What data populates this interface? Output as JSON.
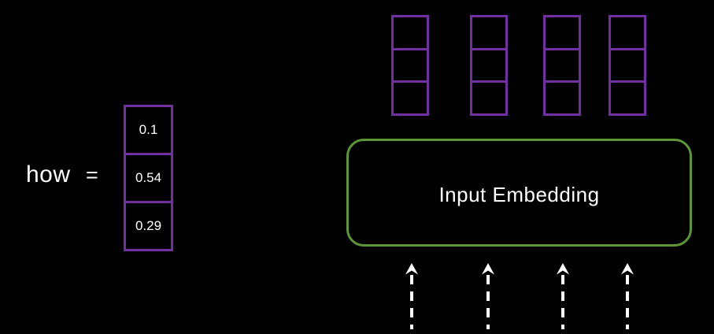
{
  "diagram": {
    "word_vector": {
      "word": "how",
      "equals": "=",
      "values": [
        "0.1",
        "0.54",
        "0.29"
      ]
    },
    "embedding_block": {
      "label": "Input Embedding"
    },
    "token_columns": {
      "count": 4,
      "cells_per_column": 3
    },
    "input_arrows": {
      "count": 4
    },
    "colors": {
      "background": "#000000",
      "vector_border": "#7030A0",
      "embedding_border": "#5d9634",
      "text": "#ffffff"
    }
  }
}
